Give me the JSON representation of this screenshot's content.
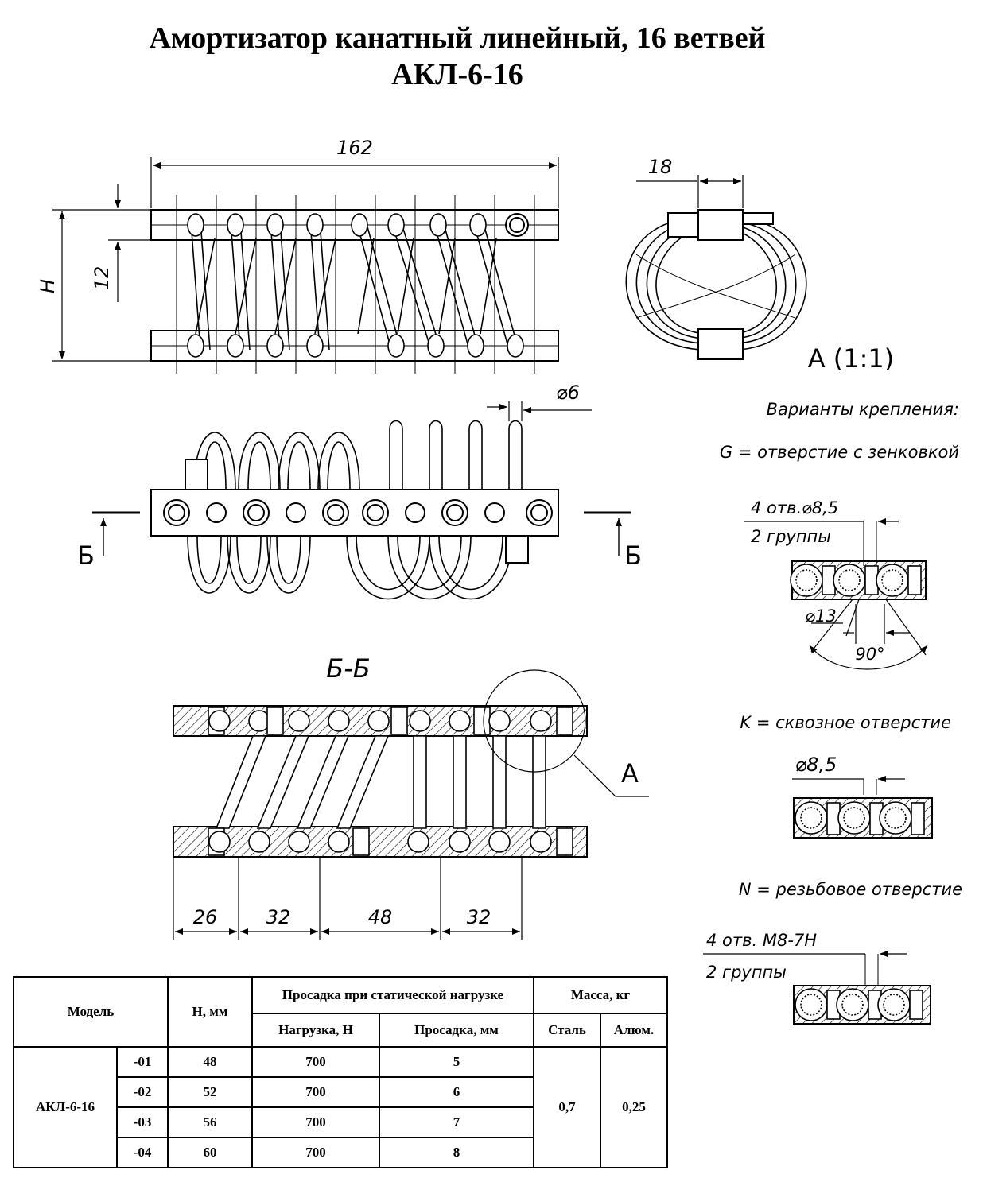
{
  "title": {
    "line1": "Амортизатор канатный линейный, 16 ветвей",
    "line2": "АКЛ-6-16"
  },
  "dimensions": {
    "length": "162",
    "height_symbol": "H",
    "bar_height": "12",
    "width": "18",
    "rope_diameter": "⌀6",
    "pitch": [
      "26",
      "32",
      "48",
      "32"
    ]
  },
  "labels": {
    "section_mark": "Б",
    "section_title": "Б-Б",
    "detail_mark": "A",
    "detail_title": "A (1:1)"
  },
  "mounting": {
    "heading": "Варианты крепления:",
    "variant_g": {
      "title": "G = отверстие с зенковкой",
      "holes": "4 отв.⌀8,5",
      "groups": "2 группы",
      "counterbore": "⌀13",
      "angle": "90°"
    },
    "variant_k": {
      "title": "K = сквозное отверстие",
      "hole": "⌀8,5"
    },
    "variant_n": {
      "title": "N = резьбовое отверстие",
      "holes": "4 отв. M8-7H",
      "groups": "2 группы"
    }
  },
  "table": {
    "headers": {
      "model": "Модель",
      "h": "H, мм",
      "sag_group": "Просадка при статической нагрузке",
      "load": "Нагрузка, Н",
      "sag": "Просадка, мм",
      "mass_group": "Масса, кг",
      "steel": "Сталь",
      "alum": "Алюм."
    },
    "model_name": "АКЛ-6-16",
    "rows": [
      {
        "suffix": "-01",
        "h": "48",
        "load": "700",
        "sag": "5"
      },
      {
        "suffix": "-02",
        "h": "52",
        "load": "700",
        "sag": "6"
      },
      {
        "suffix": "-03",
        "h": "56",
        "load": "700",
        "sag": "7"
      },
      {
        "suffix": "-04",
        "h": "60",
        "load": "700",
        "sag": "8"
      }
    ],
    "mass_steel": "0,7",
    "mass_alum": "0,25"
  }
}
